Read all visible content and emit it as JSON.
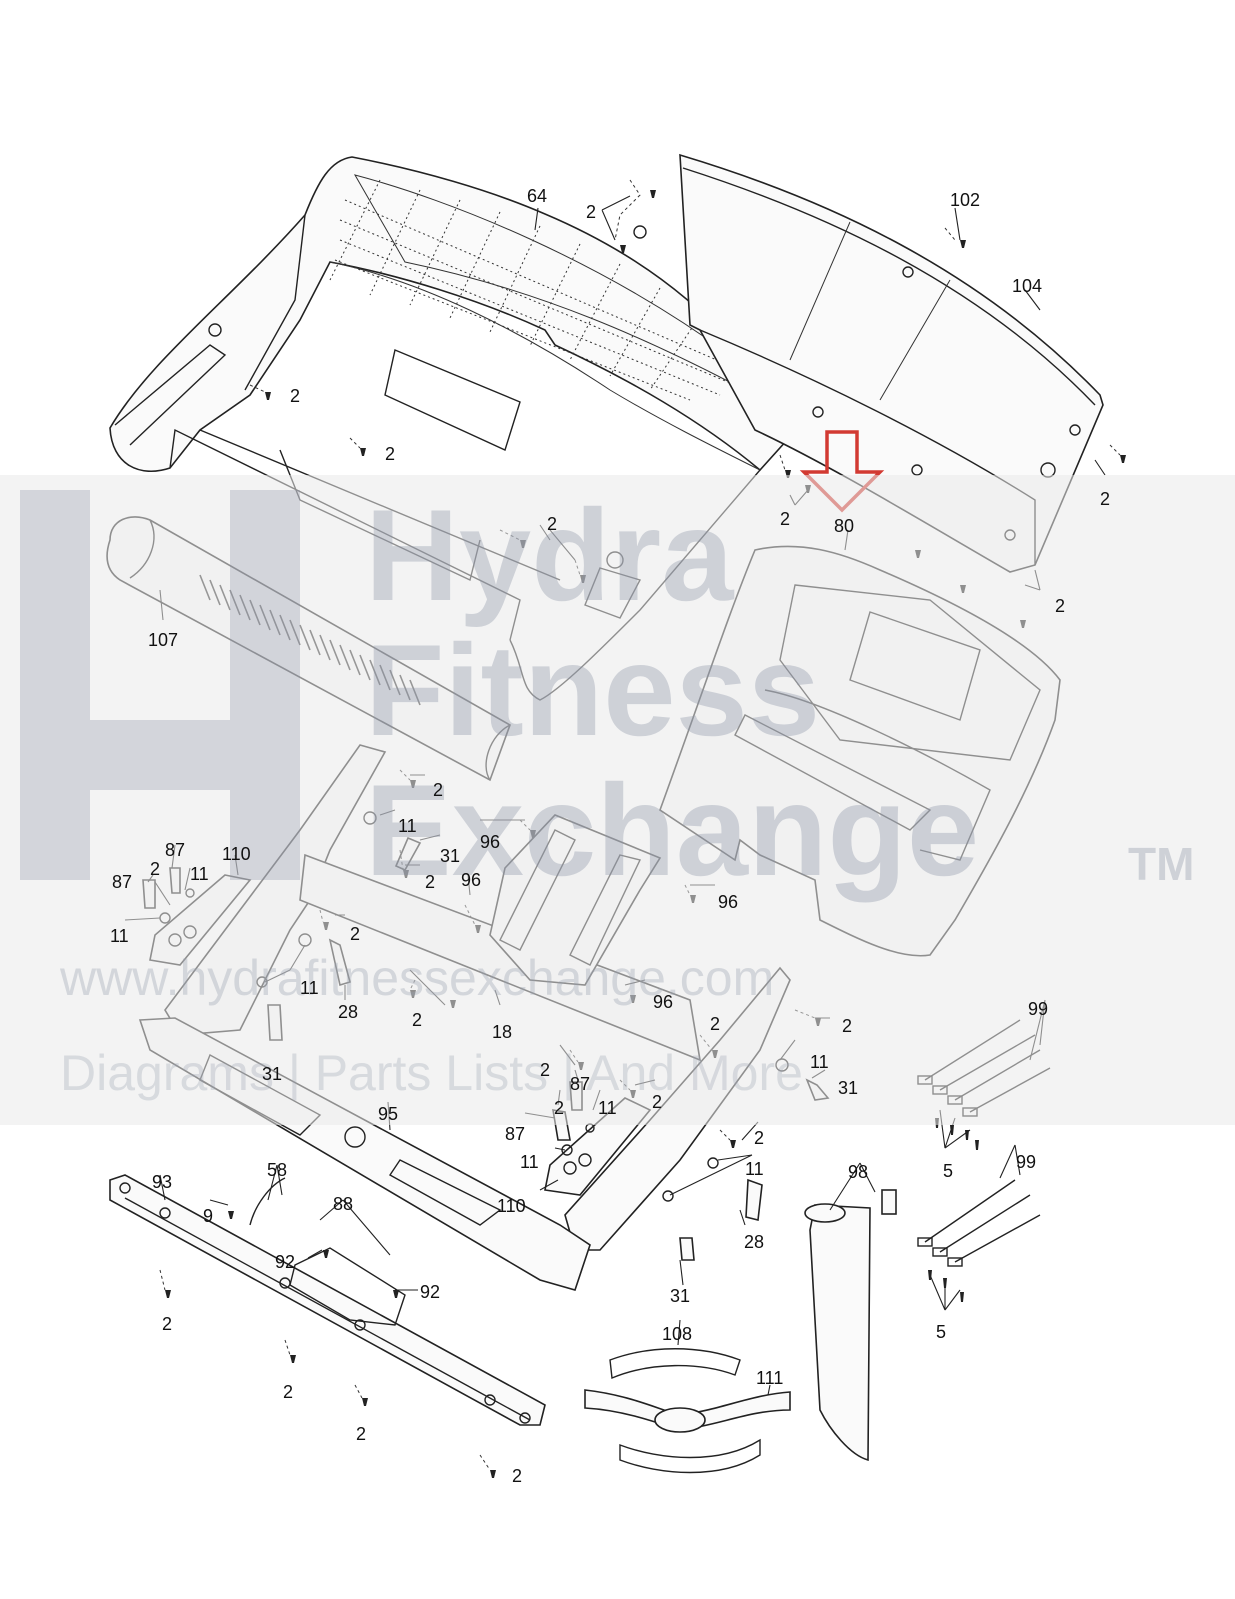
{
  "callouts": [
    {
      "id": "c64",
      "text": "64"
    },
    {
      "id": "c2a",
      "text": "2"
    },
    {
      "id": "c102",
      "text": "102"
    },
    {
      "id": "c104",
      "text": "104"
    },
    {
      "id": "c2b",
      "text": "2"
    },
    {
      "id": "c2c",
      "text": "2"
    },
    {
      "id": "c2d",
      "text": "2"
    },
    {
      "id": "c2e",
      "text": "2"
    },
    {
      "id": "c80",
      "text": "80"
    },
    {
      "id": "c2f",
      "text": "2"
    },
    {
      "id": "c2g",
      "text": "2"
    },
    {
      "id": "c107",
      "text": "107"
    },
    {
      "id": "c2h",
      "text": "2"
    },
    {
      "id": "c11a",
      "text": "11"
    },
    {
      "id": "c31a",
      "text": "31"
    },
    {
      "id": "c96a",
      "text": "96"
    },
    {
      "id": "c87a",
      "text": "87"
    },
    {
      "id": "c110a",
      "text": "110"
    },
    {
      "id": "c2i",
      "text": "2"
    },
    {
      "id": "c11b",
      "text": "11"
    },
    {
      "id": "c87b",
      "text": "87"
    },
    {
      "id": "c2j",
      "text": "2"
    },
    {
      "id": "c96b",
      "text": "96"
    },
    {
      "id": "c96c",
      "text": "96"
    },
    {
      "id": "c11c",
      "text": "11"
    },
    {
      "id": "c2k",
      "text": "2"
    },
    {
      "id": "c11d",
      "text": "11"
    },
    {
      "id": "c28a",
      "text": "28"
    },
    {
      "id": "c2l",
      "text": "2"
    },
    {
      "id": "c96d",
      "text": "96"
    },
    {
      "id": "c18",
      "text": "18"
    },
    {
      "id": "c99a",
      "text": "99"
    },
    {
      "id": "c2m",
      "text": "2"
    },
    {
      "id": "c2n",
      "text": "2"
    },
    {
      "id": "c31b",
      "text": "31"
    },
    {
      "id": "c11e",
      "text": "11"
    },
    {
      "id": "c2o",
      "text": "2"
    },
    {
      "id": "c87c",
      "text": "87"
    },
    {
      "id": "c31c",
      "text": "31"
    },
    {
      "id": "c2p",
      "text": "2"
    },
    {
      "id": "c2q",
      "text": "2"
    },
    {
      "id": "c11f",
      "text": "11"
    },
    {
      "id": "c95",
      "text": "95"
    },
    {
      "id": "c87d",
      "text": "87"
    },
    {
      "id": "c5a",
      "text": "5"
    },
    {
      "id": "c2r",
      "text": "2"
    },
    {
      "id": "c11g",
      "text": "11"
    },
    {
      "id": "c99b",
      "text": "99"
    },
    {
      "id": "c11h",
      "text": "11"
    },
    {
      "id": "c93",
      "text": "93"
    },
    {
      "id": "c58",
      "text": "58"
    },
    {
      "id": "c98",
      "text": "98"
    },
    {
      "id": "c110b",
      "text": "110"
    },
    {
      "id": "c9",
      "text": "9"
    },
    {
      "id": "c88",
      "text": "88"
    },
    {
      "id": "c28b",
      "text": "28"
    },
    {
      "id": "c92a",
      "text": "92"
    },
    {
      "id": "c92b",
      "text": "92"
    },
    {
      "id": "c31d",
      "text": "31"
    },
    {
      "id": "c2s",
      "text": "2"
    },
    {
      "id": "c5b",
      "text": "5"
    },
    {
      "id": "c108",
      "text": "108"
    },
    {
      "id": "c111",
      "text": "111"
    },
    {
      "id": "c2t",
      "text": "2"
    },
    {
      "id": "c2u",
      "text": "2"
    },
    {
      "id": "c2v",
      "text": "2"
    }
  ],
  "watermark": {
    "line1": "Hydra",
    "line2": "Fitness",
    "line3": "Exchange",
    "tm": "TM",
    "url": "www.hydrafitnessexchange.com",
    "tagline": "Diagrams | Parts Lists | And More"
  },
  "colors": {
    "highlight_arrow": "#d23a32",
    "watermark_band": "#e9e9e9",
    "watermark_text": "#8a93a6"
  }
}
